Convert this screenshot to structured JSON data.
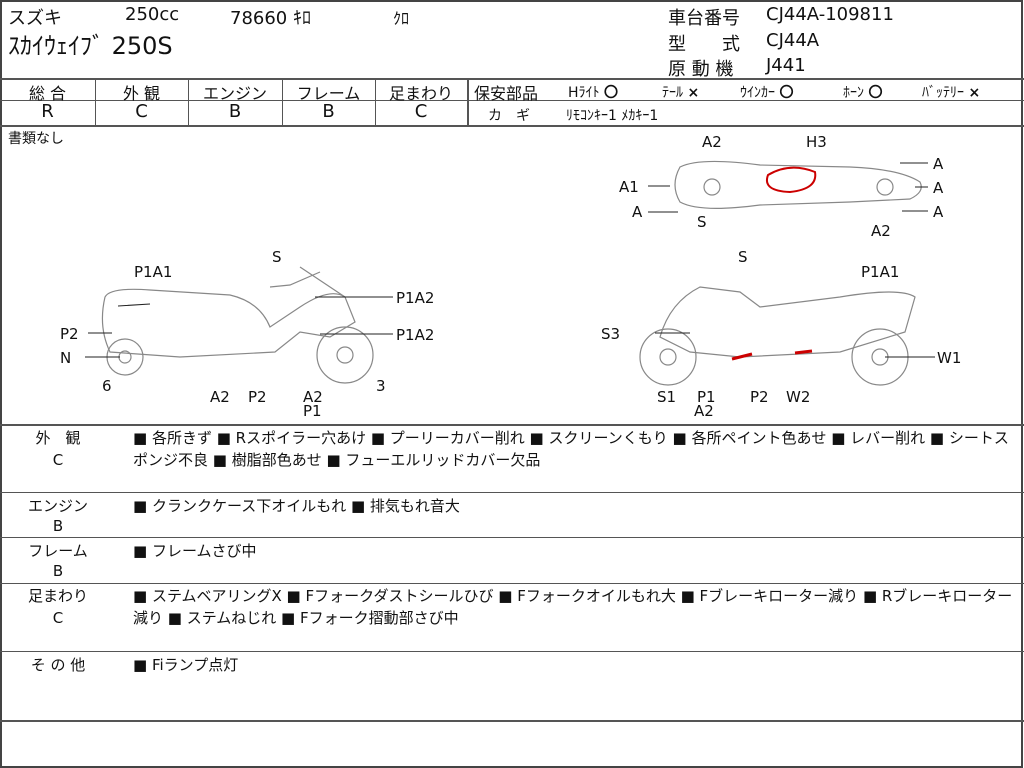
{
  "header": {
    "maker": "スズキ",
    "displacement": "250cc",
    "mileage": "78660 ｷﾛ",
    "color": "ｸﾛ",
    "model_name": "ｽｶｲｳｪｲﾌﾞ 250S",
    "frame_no_label": "車台番号",
    "frame_no": "CJ44A-109811",
    "type_label": "型　　式",
    "type": "CJ44A",
    "engine_label": "原 動 機",
    "engine": "J441"
  },
  "grades": [
    {
      "label": "総 合",
      "value": "R"
    },
    {
      "label": "外 観",
      "value": "C"
    },
    {
      "label": "エンジン",
      "value": "B"
    },
    {
      "label": "フレーム",
      "value": "B"
    },
    {
      "label": "足まわり",
      "value": "C"
    }
  ],
  "safety": {
    "label": "保安部品",
    "items": [
      {
        "name": "Hﾗｲﾄ",
        "mark": "〇"
      },
      {
        "name": "ﾃｰﾙ",
        "mark": "×"
      },
      {
        "name": "ｳｲﾝｶｰ",
        "mark": "〇"
      },
      {
        "name": "ﾎｰﾝ",
        "mark": "〇"
      },
      {
        "name": "ﾊﾞｯﾃﾘｰ",
        "mark": "×"
      }
    ],
    "key_label": "カ　ギ",
    "key_value": "ﾘﾓｺﾝｷｰ1  ﾒｶｷｰ1"
  },
  "documents": "書類なし",
  "diagram_labels": {
    "left": [
      "S",
      "P1A1",
      "P1A2",
      "P2",
      "P1A2",
      "N",
      "6",
      "3",
      "A2",
      "P2",
      "A2",
      "P1"
    ],
    "right": [
      "S",
      "P1A1",
      "S3",
      "W1",
      "S1",
      "P1",
      "A2",
      "P2",
      "W2"
    ],
    "top": [
      "A2",
      "H3",
      "A",
      "A1",
      "A",
      "A",
      "S",
      "A",
      "A2"
    ]
  },
  "remarks": [
    {
      "cat": "外　観",
      "grade": "C",
      "text": "■ 各所きず ■ Rスポイラー穴あけ ■ プーリーカバー削れ ■ スクリーンくもり ■ 各所ペイント色あせ ■ レバー削れ ■ シートスポンジ不良 ■ 樹脂部色あせ ■ フューエルリッドカバー欠品"
    },
    {
      "cat": "エンジン",
      "grade": "B",
      "text": "■ クランクケース下オイルもれ ■ 排気もれ音大"
    },
    {
      "cat": "フレーム",
      "grade": "B",
      "text": "■ フレームさび中"
    },
    {
      "cat": "足まわり",
      "grade": "C",
      "text": "■ ステムベアリングX ■ Fフォークダストシールひび ■ Fフォークオイルもれ大 ■ Fブレーキローター減り ■ Rブレーキローター減り ■ ステムねじれ ■ Fフォーク摺動部さび中"
    },
    {
      "cat": "そ の 他",
      "grade": "",
      "text": "■ Fiランプ点灯"
    }
  ]
}
